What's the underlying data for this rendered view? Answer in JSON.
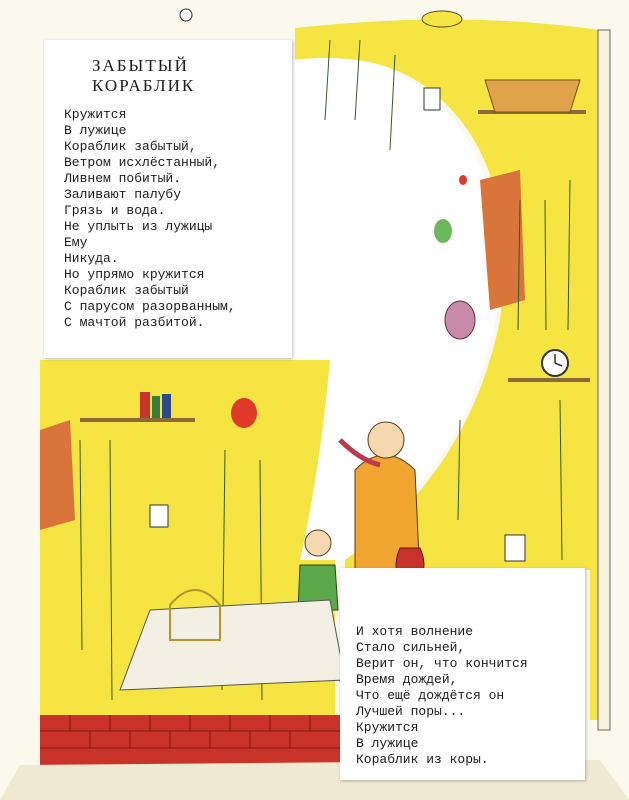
{
  "colors": {
    "wall_yellow": "#f5e442",
    "brick_red": "#c9332a",
    "sky": "#ffffff",
    "ink": "#1c1c1c"
  },
  "poem": {
    "title": [
      "ЗАБЫТЫЙ",
      "КОРАБЛИК"
    ],
    "stanza_top": [
      "Кружится",
      "В лужице",
      "Кораблик забытый,",
      "Ветром исхлёстанный,",
      "Ливнем побитый.",
      "Заливают палубу",
      "Грязь и вода.",
      "Не уплыть из лужицы",
      "Ему",
      "Никуда.",
      "Но упрямо кружится",
      "Кораблик забытый",
      "С парусом разорванным,",
      "С мачтой разбитой."
    ],
    "stanza_bottom": [
      "И хотя волнение",
      "Стало сильней,",
      "Верит он, что кончится",
      "Время дождей,",
      "Что ещё дождётся он",
      "Лучшей поры...",
      "Кружится",
      "В лужице",
      "Кораблик из коры."
    ]
  },
  "illustration": {
    "icons": [
      "basket-icon",
      "clock-icon",
      "balloon-icon",
      "picture-frame-icon",
      "vase-icon",
      "birdcage-icon",
      "book-icon"
    ]
  }
}
